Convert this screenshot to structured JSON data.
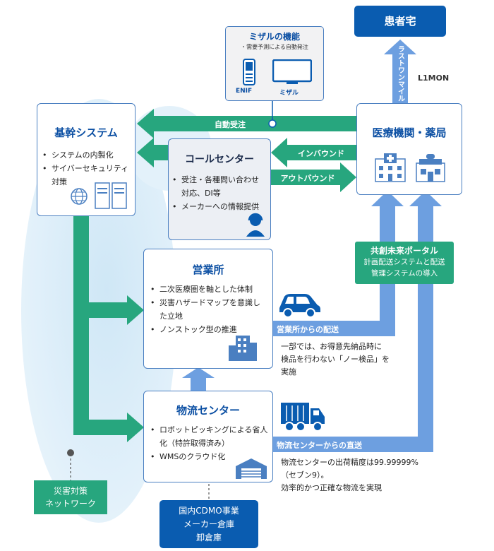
{
  "patient_home": "患者宅",
  "last_mile_label": "ラストワンマイル",
  "l1mon": "L1MON",
  "mizal": {
    "title": "ミザルの機能",
    "subtitle": "・需要予測による自動発注",
    "enif_label": "ENIF",
    "mizal_label": "ミザル"
  },
  "core_system": {
    "title": "基幹システム",
    "items": [
      "システムの内製化",
      "サイバーセキュリティ",
      "対策"
    ]
  },
  "medical": {
    "title": "医療機関・薬局"
  },
  "call_center": {
    "title": "コールセンター",
    "items": [
      "受注・各種問い合わせ",
      "対応、DI等",
      "メーカーへの情報提供"
    ]
  },
  "flows": {
    "auto_order": "自動受注",
    "inbound": "インバウンド",
    "outbound": "アウトバウンド"
  },
  "sales_office": {
    "title": "営業所",
    "items": [
      "二次医療圏を軸とした体制",
      "災害ハザードマップを意識し",
      "た立地",
      "ノンストック型の推進"
    ]
  },
  "portal": {
    "title": "共創未来ポータル",
    "line1": "計画配送システムと配送",
    "line2": "管理システムの導入"
  },
  "sales_delivery": {
    "label": "営業所からの配送",
    "note": [
      "一部では、お得意先納品時に",
      "検品を行わない「ノー検品」を",
      "実施"
    ]
  },
  "logistics": {
    "title": "物流センター",
    "items": [
      "ロボットピッキングによる省人",
      "化（特許取得済み）",
      "WMSのクラウド化"
    ]
  },
  "direct_delivery": {
    "label": "物流センターからの直送",
    "note": [
      "物流センターの出荷精度は99.99999%",
      "（セブン9）。",
      "効率的かつ正確な物流を実現"
    ]
  },
  "disaster": {
    "line1": "災害対策",
    "line2": "ネットワーク"
  },
  "warehouse": {
    "line1": "国内CDMO事業",
    "line2": "メーカー倉庫",
    "line3": "卸倉庫"
  },
  "colors": {
    "navy": "#0a5cb0",
    "green": "#27a67e",
    "blue_arrow": "#6d9fe0",
    "border": "#4a7fc1",
    "bubble": "#d4eaf7"
  }
}
